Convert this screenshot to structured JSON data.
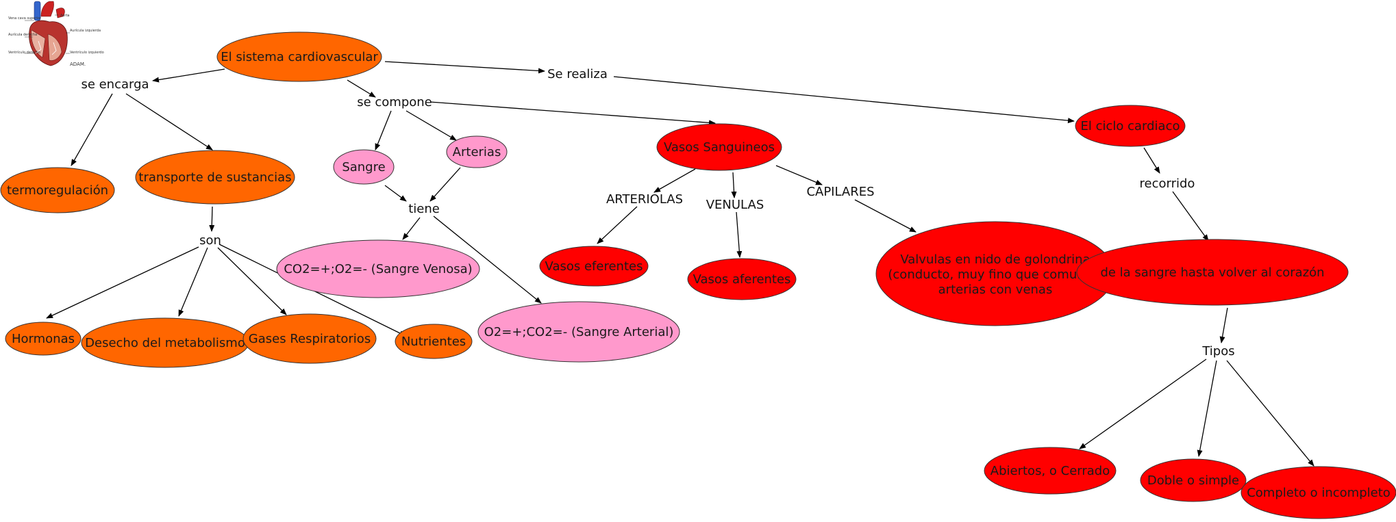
{
  "colors": {
    "orange": "#ff6600",
    "red": "#ff0000",
    "pink": "#ff99cc",
    "stroke": "#333333",
    "line": "#000000"
  },
  "heart_image": {
    "icon": "heart-anatomy-illustration",
    "labels": {
      "vena_cava": "Vena cava superior",
      "aorta": "Aorta",
      "auricula_derecha": "Aurícula derecha",
      "auricula_izquierda": "Aurícula izquierda",
      "ventriculo_derecho": "Ventrículo derecho",
      "ventriculo_izquierdo": "Ventrículo izquierdo",
      "adam": "ADAM."
    }
  },
  "concepts": {
    "sistema": "El sistema cardiovascular",
    "termorregulacion": "termoregulación",
    "transporte": "transporte de sustancias",
    "hormonas": "Hormonas",
    "desecho": "Desecho del metabolismo",
    "gases": "Gases Respiratorios",
    "nutrientes": "Nutrientes",
    "sangre": "Sangre",
    "arterias": "Arterias",
    "co2_venosa": "CO2=+;O2=-  (Sangre Venosa)",
    "o2_arterial": "O2=+;CO2=-  (Sangre Arterial)",
    "vasos": "Vasos Sanguineos",
    "eferentes": "Vasos eferentes",
    "aferentes": "Vasos aferentes",
    "valvulas_l1": "Valvulas en nido de golondrina",
    "valvulas_l2": "(conducto, muy fino que comuican",
    "valvulas_l3": "arterias con venas",
    "ciclo": "El ciclo cardiaco",
    "recorrido_sangre": "de la sangre hasta volver al corazón",
    "abiertos": "Abiertos, o Cerrado",
    "doble": "Doble o simple",
    "completo": "Completo o incompleto"
  },
  "links": {
    "se_encarga": "se encarga",
    "se_compone": "se compone",
    "se_realiza": "Se realiza",
    "son": "son",
    "tiene": "tiene",
    "arteriolas": "ARTERIOLAS",
    "venulas": "VENULAS",
    "capilares": "CAPILARES",
    "recorrido": "recorrido",
    "tipos": "Tipos"
  }
}
